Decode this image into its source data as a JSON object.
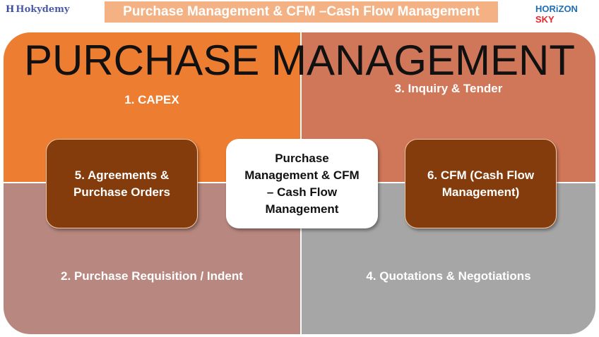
{
  "logos": {
    "left": "Hokydemy",
    "right_main": "HORiZON",
    "right_accent": "SKY"
  },
  "banner": "Purchase Management & CFM –Cash Flow Management",
  "title": "PURCHASE MANAGEMENT",
  "quadrants": [
    "1. CAPEX",
    "2. Purchase Requisition / Indent",
    "3. Inquiry & Tender",
    "4. Quotations & Negotiations"
  ],
  "boxes": {
    "left": "5. Agreements & Purchase Orders",
    "center": "Purchase Management & CFM – Cash Flow Management",
    "right": "6. CFM (Cash Flow Management)"
  },
  "colors": {
    "capex": "#ed7d31",
    "inquiry": "#d0775a",
    "requisition": "#b8877f",
    "quotations": "#a6a6a6",
    "box": "#843c0c",
    "banner": "#f4b183"
  }
}
